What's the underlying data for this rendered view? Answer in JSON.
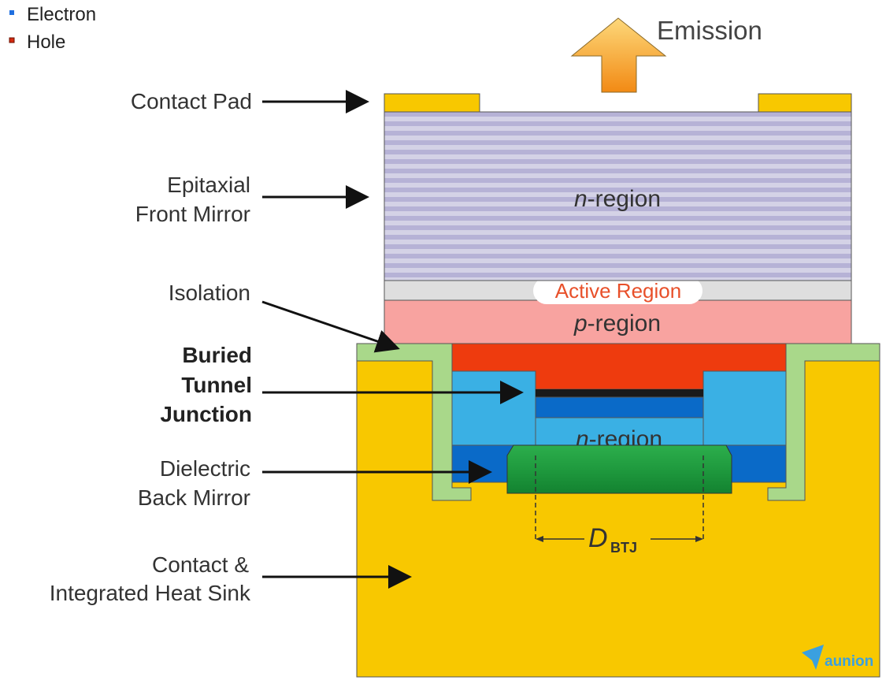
{
  "legend": {
    "electron": "Electron",
    "hole": "Hole",
    "electron_color": "#1f6fe0",
    "hole_color": "#d42a10"
  },
  "emission": {
    "label": "Emission"
  },
  "labels": {
    "contact_pad": "Contact Pad",
    "epitaxial_1": "Epitaxial",
    "epitaxial_2": "Front Mirror",
    "isolation": "Isolation",
    "btj_1": "Buried",
    "btj_2": "Tunnel",
    "btj_3": "Junction",
    "dielectric_1": "Dielectric",
    "dielectric_2": "Back Mirror",
    "contact_1": "Contact &",
    "contact_2": "Integrated Heat Sink"
  },
  "regions": {
    "n_italic": "n",
    "n_rest": "-region",
    "active": "Active Region",
    "p_italic": "p",
    "p_rest": "-region",
    "n2_italic": "n",
    "n2_rest": "-region"
  },
  "dimension": {
    "d": "D",
    "sub": "BTJ"
  },
  "logo": {
    "text": "aunion"
  },
  "colors": {
    "gold": "#f8c800",
    "mirror_purple": "#b6b2d6",
    "mirror_stripe": "#d4d2e6",
    "active_grey": "#dedede",
    "p_pink": "#f8a3a0",
    "isolation_green": "#a9d88a",
    "btj_red": "#ee3b0e",
    "n_lightblue": "#3ab0e4",
    "mirror_blue": "#0a6ac8",
    "dielectric_green": "#1f9a3e",
    "emission_orange": "#f7a02a"
  }
}
